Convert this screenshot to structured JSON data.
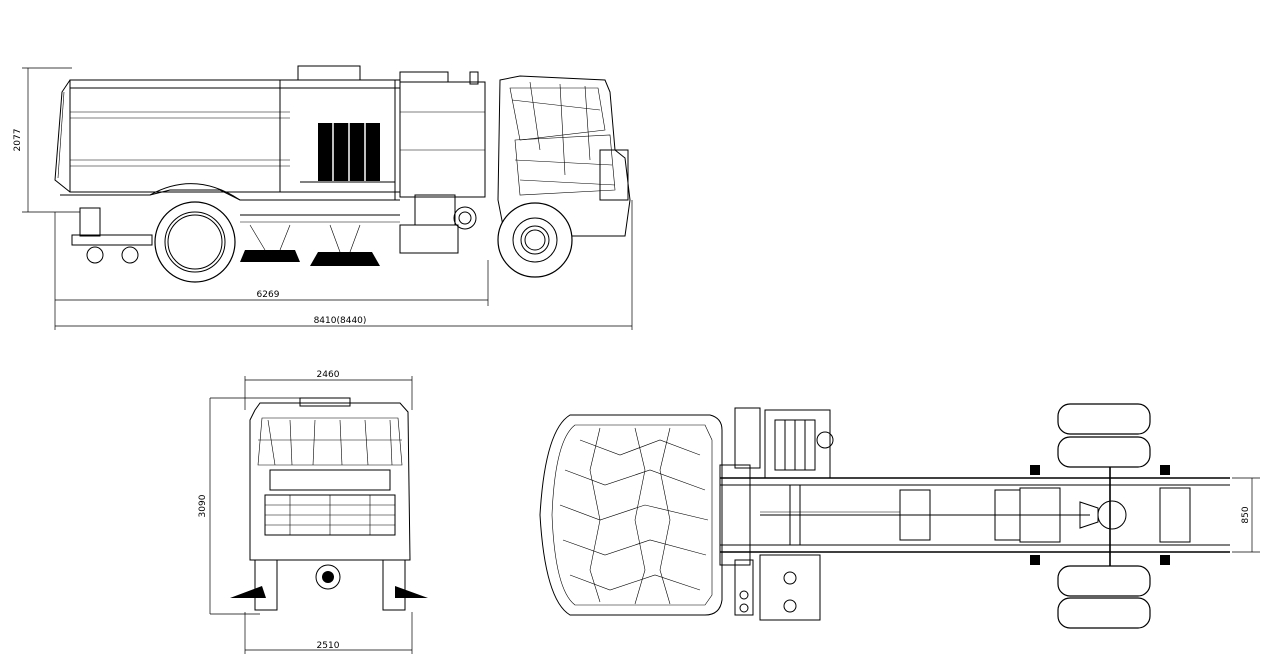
{
  "dimensions": {
    "side_height": "2077",
    "wheelbase": "6269",
    "overall_length": "8410(8440)",
    "front_width_top": "2460",
    "front_height": "3090",
    "front_width_bottom": "2510",
    "chassis_frame_width": "850"
  }
}
